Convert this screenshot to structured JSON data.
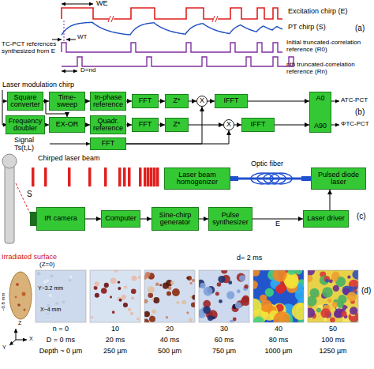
{
  "diagram": {
    "nodes": [
      {
        "text": [
          "Square converter"
        ]
      },
      {
        "text": [
          "Time-sweep"
        ]
      },
      {
        "text": [
          "In-phase reference"
        ]
      },
      {
        "text": [
          "FFT"
        ]
      },
      {
        "text": [
          "Z*"
        ]
      },
      {
        "text": [
          "X"
        ]
      },
      {
        "text": [
          "IFFT"
        ]
      },
      {
        "text": [
          "A0",
          "A90"
        ]
      },
      {
        "text": [
          "Frequency doubler"
        ]
      },
      {
        "text": [
          "EX-OR"
        ]
      },
      {
        "text": [
          "Quadr. reference"
        ]
      },
      {
        "text": [
          "FFT"
        ]
      },
      {
        "text": [
          "Z*"
        ]
      },
      {
        "text": [
          "X"
        ]
      },
      {
        "text": [
          "IFFT"
        ]
      },
      {
        "text": [
          "FFT"
        ]
      },
      {
        "text": [
          "Laser beam homogenizer"
        ]
      },
      {
        "text": [
          "Pulsed diode laser"
        ]
      },
      {
        "text": [
          "IR camera"
        ]
      },
      {
        "text": [
          "Computer"
        ]
      },
      {
        "text": [
          "Sine-chirp generator"
        ]
      },
      {
        "text": [
          "Pulse synthesizer"
        ]
      },
      {
        "text": [
          "Laser driver"
        ]
      }
    ],
    "edges": [
      {
        "from": 0,
        "to": 1,
        "arrow": "to"
      },
      {
        "from": 1,
        "to": 2,
        "arrow": "to"
      },
      {
        "from": 2,
        "to": 3,
        "arrow": "to"
      },
      {
        "from": 3,
        "to": 4,
        "arrow": "to"
      },
      {
        "from": 4,
        "to": 5,
        "arrow": "to"
      },
      {
        "from": 5,
        "to": 6,
        "arrow": "to"
      },
      {
        "from": 6,
        "to": 7,
        "arrow": "to"
      },
      {
        "from": 0,
        "to": 9,
        "arrow": "to"
      },
      {
        "from": 8,
        "to": 9,
        "arrow": "to"
      },
      {
        "from": 9,
        "to": 10,
        "arrow": "to"
      },
      {
        "from": 10,
        "to": 11,
        "arrow": "to"
      },
      {
        "from": 11,
        "to": 12,
        "arrow": "to"
      },
      {
        "from": 12,
        "to": 13,
        "arrow": "to"
      },
      {
        "from": 13,
        "to": 14,
        "arrow": "to"
      },
      {
        "from": 14,
        "to": 7,
        "arrow": "to"
      },
      {
        "from": 15,
        "to": 5,
        "arrow": "to"
      },
      {
        "from": 15,
        "to": 13,
        "arrow": "to"
      },
      {
        "from": 16,
        "to": 17,
        "arrow": "none"
      },
      {
        "from": 18,
        "to": 19,
        "arrow": "to"
      },
      {
        "from": 19,
        "to": 20,
        "arrow": "to"
      },
      {
        "from": 20,
        "to": 21,
        "arrow": "to"
      },
      {
        "from": 21,
        "to": 22,
        "label": "E",
        "arrow": "to"
      },
      {
        "from": 22,
        "to": 17,
        "arrow": "to"
      }
    ],
    "labels": [
      "WE",
      "Excitation chirp (E)",
      "PT chirp (S)",
      "(a)",
      "TC-PCT references synthesized from E",
      "WT",
      "Initial truncated-correlation reference (R0)",
      "D=nd",
      "nth truncated-correlation reference (Rn)",
      "Laser modulation chirp",
      "ATC-PCT",
      "ΦTC-PCT",
      "(b)",
      "Signal Ts(t,L)",
      "Chirped laser beam",
      "Optic fiber",
      "S",
      "(c)",
      "Irradiated surface",
      "(Z=0)",
      "~0.8 mm",
      "Y~3.2 mm",
      "X~4 mm",
      "Z",
      "X",
      "Y",
      "d= 2 ms",
      "(d)",
      "n = 0",
      "10",
      "20",
      "30",
      "40",
      "50",
      "D = 0 ms",
      "20 ms",
      "40 ms",
      "60 ms",
      "80 ms",
      "100 ms",
      "Depth ~ 0 µm",
      "250 µm",
      "500 µm",
      "750 µm",
      "1000 µm",
      "1250 µm"
    ]
  }
}
